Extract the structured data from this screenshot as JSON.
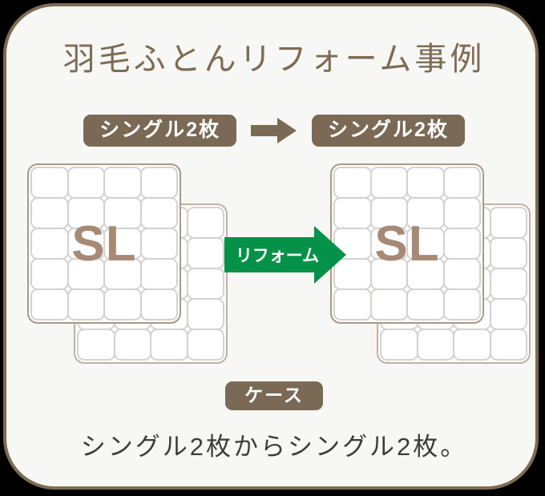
{
  "card": {
    "title": "羽毛ふとんリフォーム事例",
    "border_color": "#7d6c53",
    "background_color": "#f7f7f5"
  },
  "badges": {
    "before_label": "シングル2枚",
    "after_label": "シングル2枚",
    "badge_color": "#7a6a55",
    "arrow_icon": "arrow-right-icon"
  },
  "illustration": {
    "before": {
      "quilt_label": "SL",
      "quilt_count": 2,
      "grid_columns": 4,
      "grid_rows": 5
    },
    "after": {
      "quilt_label": "SL",
      "quilt_count": 2,
      "grid_columns": 4,
      "grid_rows": 5
    },
    "reform_arrow": {
      "label": "リフォーム",
      "color": "#069149",
      "icon": "arrow-right-icon"
    },
    "quilt_label_color": "#a68a76"
  },
  "footer": {
    "case_badge": "ケース",
    "caption": "シングル2枚からシングル2枚。"
  }
}
